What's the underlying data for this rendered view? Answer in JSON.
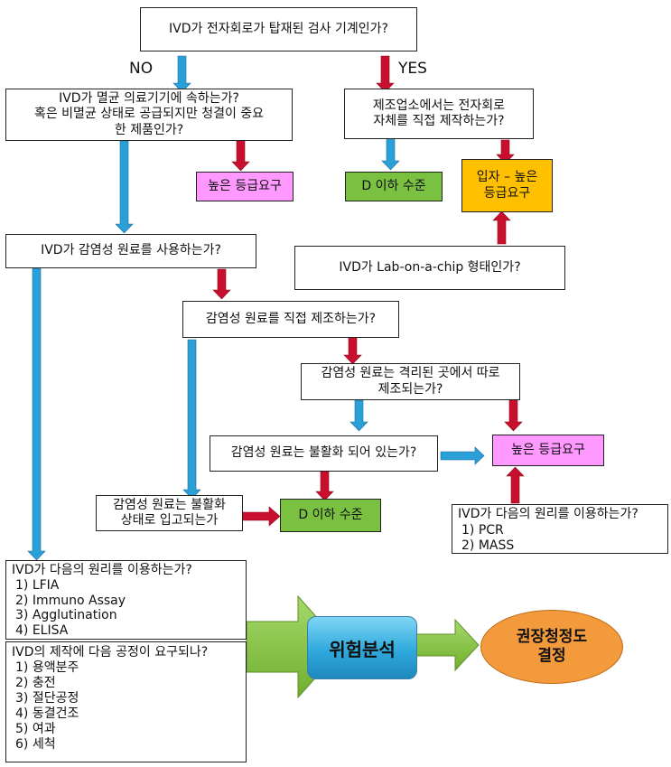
{
  "q1": "IVD가 전자회로가 탑재된 검사 기계인가?",
  "no_label": "NO",
  "yes_label": "YES",
  "q2": [
    "IVD가 멸균 의료기기에 속하는가?",
    "혹은 비멸균 상태로 공급되지만 청결이 중요",
    "한 제품인가?"
  ],
  "q3": [
    "제조업소에서는 전자회로",
    "자체를 직접 제작하는가?"
  ],
  "high_grade_req": "높은 등급요구",
  "d_level_a": "D 이하 수준",
  "entry_high": [
    "입자 – 높은",
    "등급요구"
  ],
  "q_lab_chip": "IVD가 Lab-on-a-chip 형태인가?",
  "q_infectious": "IVD가 감염성 원료를 사용하는가?",
  "q_direct_mfg": "감염성 원료를 직접 제조하는가?",
  "q_isolated": [
    "감염성 원료는 격리된 곳에서 따로",
    "제조되는가?"
  ],
  "q_inactivated": "감염성 원료는 불활화 되어 있는가?",
  "high_grade_req2": "높은 등급요구",
  "q_inact_storage": [
    "감염성 원료는 불활화",
    "상태로 입고되는가"
  ],
  "d_level_b": "D 이하 수준",
  "principle_pcr": {
    "title": "IVD가 다음의 원리를 이용하는가?",
    "items": [
      "1)  PCR",
      "2)  MASS"
    ]
  },
  "principle_lfia": {
    "title": "IVD가 다음의 원리를 이용하는가?",
    "items": [
      "1)  LFIA",
      "2)  Immuno Assay",
      "3)  Agglutination",
      "4)  ELISA"
    ]
  },
  "process": {
    "title": "IVD의 제작에 다음 공정이 요구되나?",
    "items": [
      "1)  용액분주",
      "2)  충전",
      "3)  절단공정",
      "4)  동결건조",
      "5)  여과",
      "6)  세척"
    ]
  },
  "risk_analysis": "위험분석",
  "result": [
    "권장청정도",
    "결정"
  ],
  "colors": {
    "blue_arrow": "#2a9fd8",
    "red_arrow": "#c8102e",
    "green_arrow": "#8bc53f"
  }
}
